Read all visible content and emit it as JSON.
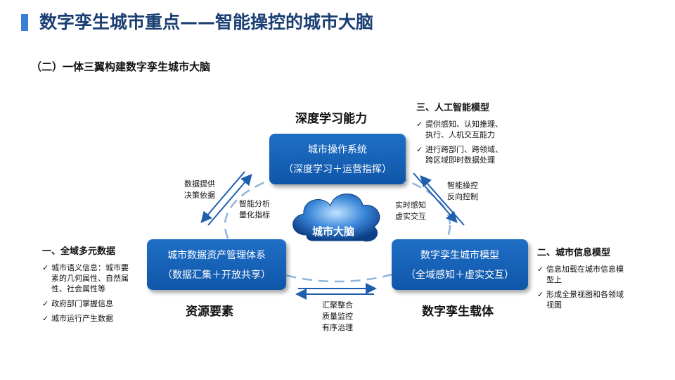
{
  "title": "数字孪生城市重点——智能操控的城市大脑",
  "subtitle": "（二）一体三翼构建数字孪生城市大脑",
  "center_label": "城市大脑",
  "top_box": {
    "line1": "城市操作系统",
    "line2": "（深度学习＋运营指挥）"
  },
  "left_box": {
    "line1": "城市数据资产管理体系",
    "line2": "（数据汇集＋开放共享）"
  },
  "right_box": {
    "line1": "数字孪生城市模型",
    "line2": "（全域感知＋虚实交互）"
  },
  "labels": {
    "top": "深度学习能力",
    "left": "资源要素",
    "right": "数字孪生载体"
  },
  "arrow_notes": {
    "left_outer": [
      "数据提供",
      "决策依据"
    ],
    "left_inner": [
      "智能分析",
      "量化指标"
    ],
    "right_outer": [
      "智能操控",
      "反向控制"
    ],
    "right_inner": [
      "实时感知",
      "虚实交互"
    ],
    "bottom": [
      "汇聚整合",
      "质量监控",
      "有序治理"
    ]
  },
  "panel_ai": {
    "heading": "三、人工智能模型",
    "items": [
      [
        "提供感知、认知推理、",
        "执行、人机交互能力"
      ],
      [
        "进行跨部门、跨领域、",
        "跨区域即时数据处理"
      ]
    ]
  },
  "panel_data": {
    "heading": "一、全域多元数据",
    "items": [
      [
        "城市语义信息：城市要",
        "素的几何属性、自然属",
        "性、社会属性等"
      ],
      [
        "政府部门掌握信息"
      ],
      [
        "城市运行产生数据"
      ]
    ]
  },
  "panel_info": {
    "heading": "二、城市信息模型",
    "items": [
      [
        "信息加载在城市信息模",
        "型上"
      ],
      [
        "形成全景视图和各领域",
        "视图"
      ]
    ]
  },
  "check_mark": "✓",
  "colors": {
    "title": "#1b3f73",
    "accent": "#3a7fd5",
    "box": "#1565c0",
    "arrow": "#1f5fae",
    "dashed_ring": "#8fb3dc"
  }
}
